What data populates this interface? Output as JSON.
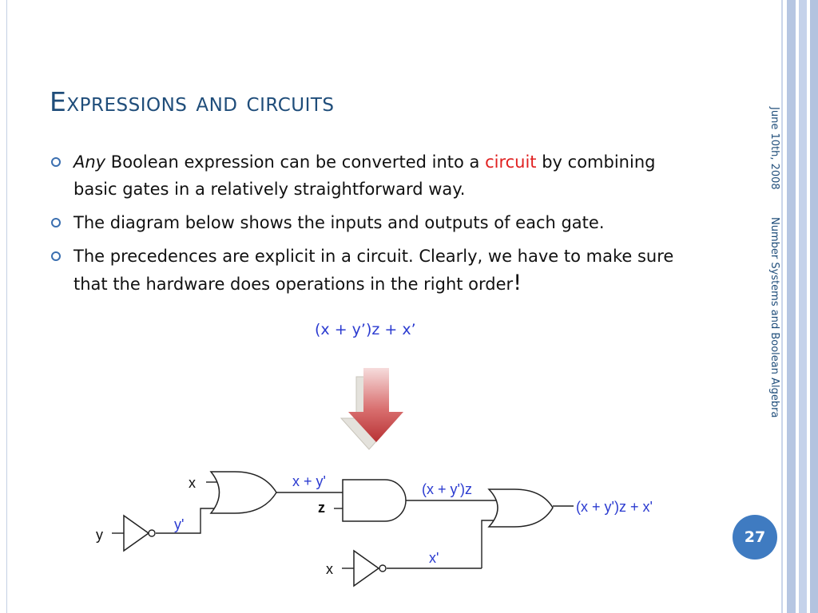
{
  "slide": {
    "title": "Expressions and circuits",
    "bullets": [
      {
        "emphasis": "Any",
        "text_before_highlight": " Boolean expression can be converted into a ",
        "highlight": "circuit",
        "text_after_highlight": " by combining basic gates in a relatively straightforward way."
      },
      {
        "text": "The diagram below shows the inputs and outputs of each gate."
      },
      {
        "text": "The precedences are explicit in a circuit. Clearly, we have to make sure that the hardware does operations in the right order",
        "suffix": "!"
      }
    ],
    "expression": "(x + y’)z + x’",
    "side_date": "June 10th, 2008",
    "side_topic": "Number Systems and Boolean Algebra",
    "page_number": "27"
  },
  "circuit": {
    "input_x_top": "x",
    "input_y": "y",
    "input_z": "z",
    "input_x_bottom": "x",
    "wire_y_not": "y'",
    "wire_x_not": "x'",
    "or1_output": "x + y'",
    "and_output": "(x + y')z",
    "final_output": "(x + y')z + x'"
  },
  "colors": {
    "title": "#1f4d7a",
    "accent_blue": "#2b3bd0",
    "highlight_red": "#e02020",
    "badge": "#3f7bc1",
    "arrow": "#c9484a"
  },
  "icons": [
    "bullet-circle-icon",
    "down-arrow-icon",
    "or-gate-icon",
    "and-gate-icon",
    "not-gate-icon"
  ]
}
